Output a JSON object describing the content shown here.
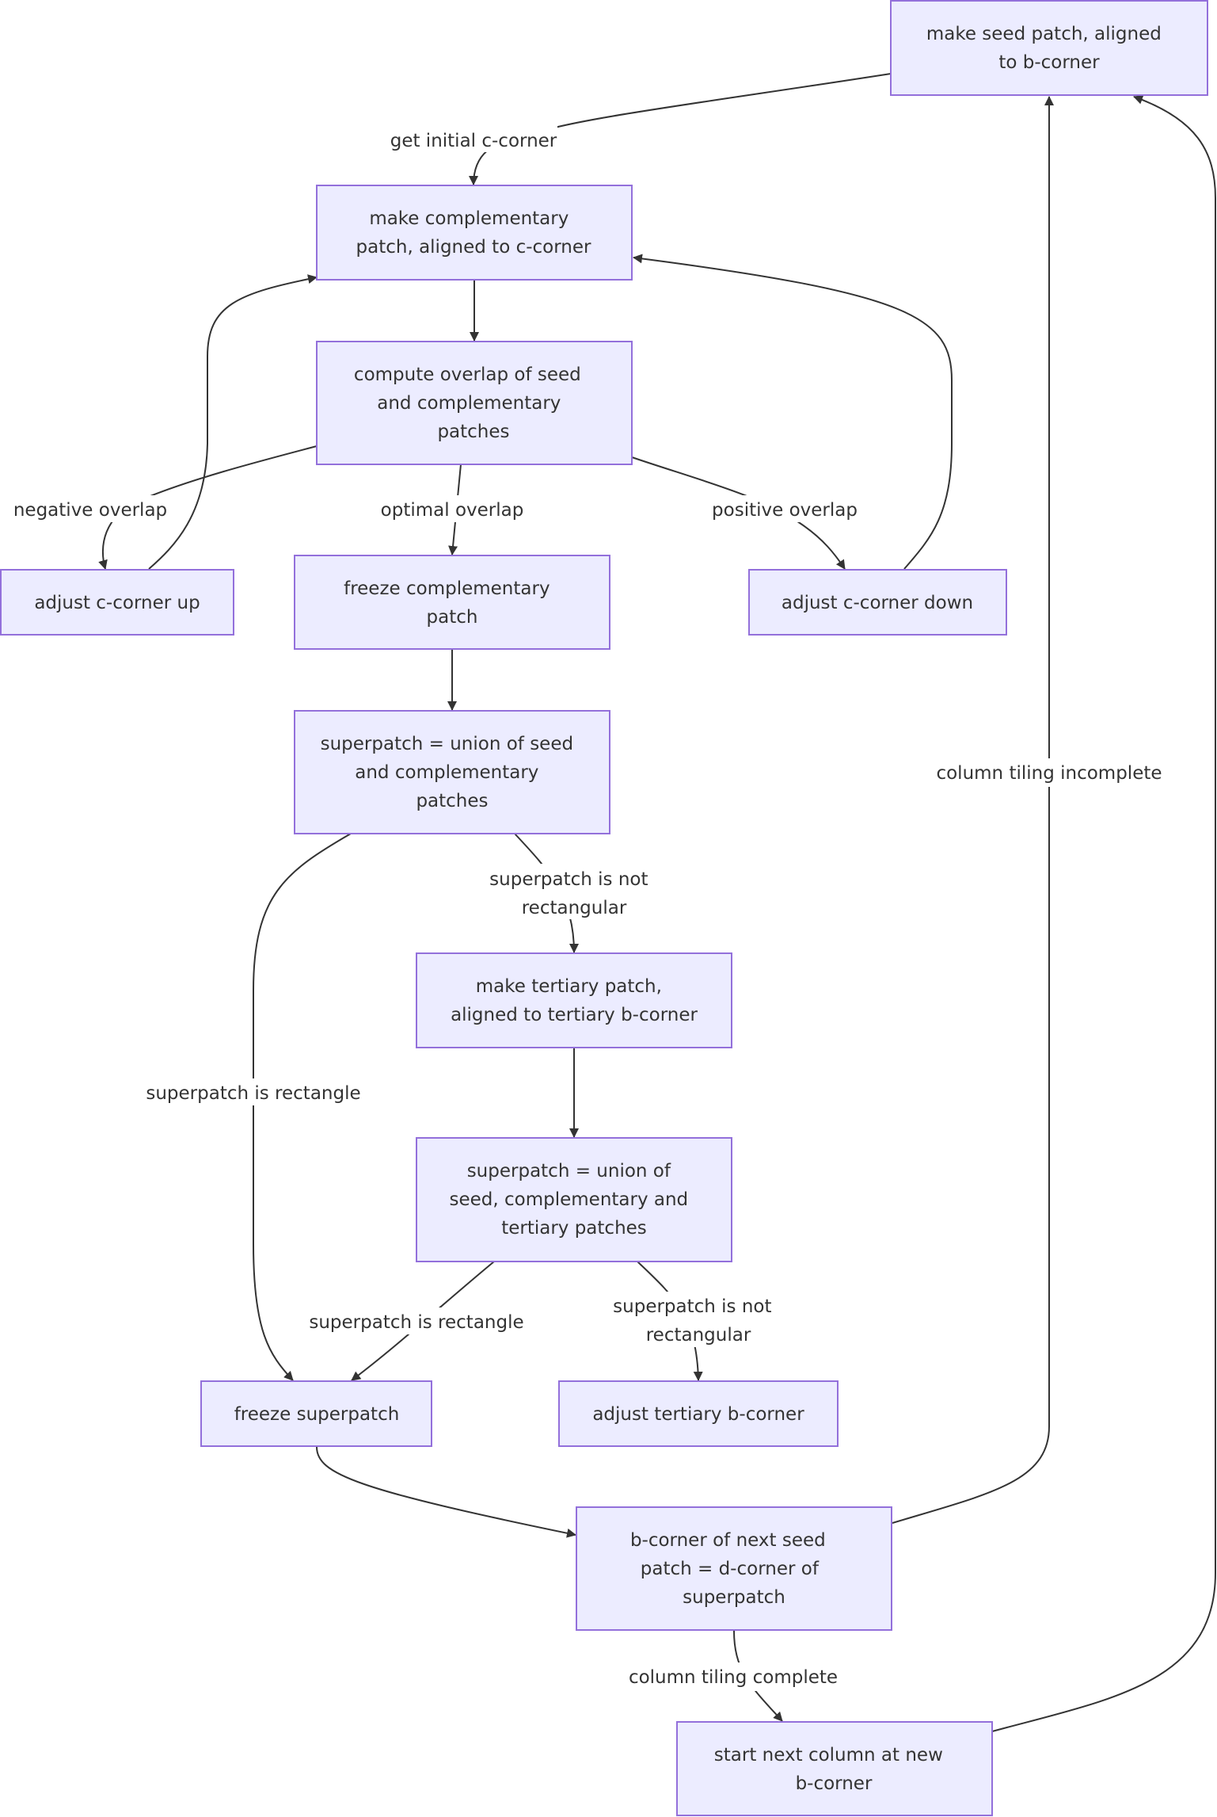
{
  "nodes": {
    "seed": {
      "lines": [
        "make seed patch, aligned",
        "to b-corner"
      ]
    },
    "comp": {
      "lines": [
        "make complementary",
        "patch, aligned to c-corner"
      ]
    },
    "overlap": {
      "lines": [
        "compute overlap of seed",
        "and complementary",
        "patches"
      ]
    },
    "up": {
      "lines": [
        "adjust c-corner up"
      ]
    },
    "freeze_comp": {
      "lines": [
        "freeze complementary",
        "patch"
      ]
    },
    "down": {
      "lines": [
        "adjust c-corner down"
      ]
    },
    "super1": {
      "lines": [
        "superpatch = union of seed",
        "and complementary",
        "patches"
      ]
    },
    "tertiary": {
      "lines": [
        "make tertiary patch,",
        "aligned to tertiary b-corner"
      ]
    },
    "super2": {
      "lines": [
        "superpatch = union of",
        "seed, complementary and",
        "tertiary patches"
      ]
    },
    "freeze_super": {
      "lines": [
        "freeze superpatch"
      ]
    },
    "adjust_ter": {
      "lines": [
        "adjust tertiary b-corner"
      ]
    },
    "bcorner": {
      "lines": [
        "b-corner of next seed",
        "patch = d-corner of",
        "superpatch"
      ]
    },
    "next_col": {
      "lines": [
        "start next column at new",
        "b-corner"
      ]
    }
  },
  "edge_labels": {
    "get_initial": [
      "get initial c-corner"
    ],
    "negative": [
      "negative overlap"
    ],
    "optimal": [
      "optimal overlap"
    ],
    "positive": [
      "positive overlap"
    ],
    "not_rect_1": [
      "superpatch is not",
      "rectangular"
    ],
    "is_rect_1": [
      "superpatch is rectangle"
    ],
    "is_rect_2": [
      "superpatch is rectangle"
    ],
    "not_rect_2": [
      "superpatch is not",
      "rectangular"
    ],
    "col_incomplete": [
      "column tiling incomplete"
    ],
    "col_complete": [
      "column tiling complete"
    ]
  }
}
